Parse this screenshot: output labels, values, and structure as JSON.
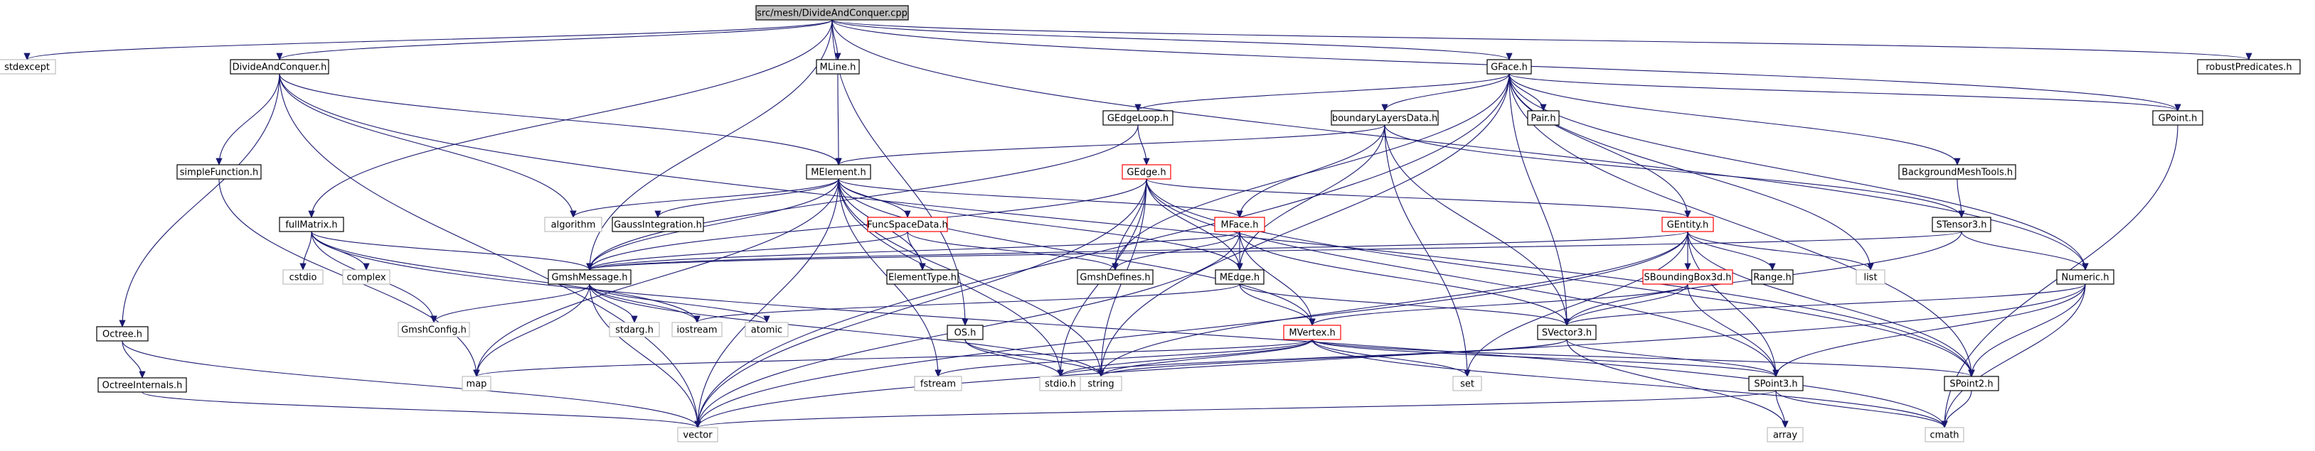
{
  "diagram": {
    "nodes": [
      {
        "id": "root",
        "label": "src/mesh/DivideAndConquer.cpp",
        "kind": "root"
      },
      {
        "id": "stdexcept",
        "label": "stdexcept",
        "kind": "external"
      },
      {
        "id": "DivideAndConquer_h",
        "label": "DivideAndConquer.h",
        "kind": "header"
      },
      {
        "id": "MLine_h",
        "label": "MLine.h",
        "kind": "header"
      },
      {
        "id": "GFace_h",
        "label": "GFace.h",
        "kind": "header"
      },
      {
        "id": "robustPredicates_h",
        "label": "robustPredicates.h",
        "kind": "header"
      },
      {
        "id": "GEdgeLoop_h",
        "label": "GEdgeLoop.h",
        "kind": "header"
      },
      {
        "id": "boundaryLayersData_h",
        "label": "boundaryLayersData.h",
        "kind": "header"
      },
      {
        "id": "Pair_h",
        "label": "Pair.h",
        "kind": "header"
      },
      {
        "id": "GPoint_h",
        "label": "GPoint.h",
        "kind": "header"
      },
      {
        "id": "simpleFunction_h",
        "label": "simpleFunction.h",
        "kind": "header"
      },
      {
        "id": "MElement_h",
        "label": "MElement.h",
        "kind": "header"
      },
      {
        "id": "GEdge_h",
        "label": "GEdge.h",
        "kind": "truncated"
      },
      {
        "id": "BackgroundMeshTools_h",
        "label": "BackgroundMeshTools.h",
        "kind": "header"
      },
      {
        "id": "fullMatrix_h",
        "label": "fullMatrix.h",
        "kind": "header"
      },
      {
        "id": "algorithm",
        "label": "algorithm",
        "kind": "external"
      },
      {
        "id": "GaussIntegration_h",
        "label": "GaussIntegration.h",
        "kind": "header"
      },
      {
        "id": "FuncSpaceData_h",
        "label": "FuncSpaceData.h",
        "kind": "truncated"
      },
      {
        "id": "MFace_h",
        "label": "MFace.h",
        "kind": "truncated"
      },
      {
        "id": "GEntity_h",
        "label": "GEntity.h",
        "kind": "truncated"
      },
      {
        "id": "STensor3_h",
        "label": "STensor3.h",
        "kind": "header"
      },
      {
        "id": "cstdio",
        "label": "cstdio",
        "kind": "external"
      },
      {
        "id": "complex",
        "label": "complex",
        "kind": "external"
      },
      {
        "id": "GmshMessage_h",
        "label": "GmshMessage.h",
        "kind": "header"
      },
      {
        "id": "ElementType_h",
        "label": "ElementType.h",
        "kind": "header"
      },
      {
        "id": "GmshDefines_h",
        "label": "GmshDefines.h",
        "kind": "header"
      },
      {
        "id": "MEdge_h",
        "label": "MEdge.h",
        "kind": "header"
      },
      {
        "id": "SBoundingBox3d_h",
        "label": "SBoundingBox3d.h",
        "kind": "truncated"
      },
      {
        "id": "Range_h",
        "label": "Range.h",
        "kind": "header"
      },
      {
        "id": "list",
        "label": "list",
        "kind": "external"
      },
      {
        "id": "Numeric_h",
        "label": "Numeric.h",
        "kind": "header"
      },
      {
        "id": "GmshConfig_h",
        "label": "GmshConfig.h",
        "kind": "external"
      },
      {
        "id": "stdarg_h",
        "label": "stdarg.h",
        "kind": "external"
      },
      {
        "id": "iostream",
        "label": "iostream",
        "kind": "external"
      },
      {
        "id": "atomic",
        "label": "atomic",
        "kind": "external"
      },
      {
        "id": "Octree_h",
        "label": "Octree.h",
        "kind": "header"
      },
      {
        "id": "OctreeInternals_h",
        "label": "OctreeInternals.h",
        "kind": "header"
      },
      {
        "id": "OS_h",
        "label": "OS.h",
        "kind": "header"
      },
      {
        "id": "MVertex_h",
        "label": "MVertex.h",
        "kind": "truncated"
      },
      {
        "id": "SVector3_h",
        "label": "SVector3.h",
        "kind": "header"
      },
      {
        "id": "map",
        "label": "map",
        "kind": "external"
      },
      {
        "id": "fstream",
        "label": "fstream",
        "kind": "external"
      },
      {
        "id": "stdio_h",
        "label": "stdio.h",
        "kind": "external"
      },
      {
        "id": "string",
        "label": "string",
        "kind": "external"
      },
      {
        "id": "set",
        "label": "set",
        "kind": "external"
      },
      {
        "id": "SPoint3_h",
        "label": "SPoint3.h",
        "kind": "header"
      },
      {
        "id": "SPoint2_h",
        "label": "SPoint2.h",
        "kind": "header"
      },
      {
        "id": "vector",
        "label": "vector",
        "kind": "external"
      },
      {
        "id": "array",
        "label": "array",
        "kind": "external"
      },
      {
        "id": "cmath",
        "label": "cmath",
        "kind": "external"
      }
    ],
    "edges": [
      [
        "root",
        "stdexcept"
      ],
      [
        "root",
        "DivideAndConquer_h"
      ],
      [
        "root",
        "MLine_h"
      ],
      [
        "root",
        "GFace_h"
      ],
      [
        "root",
        "robustPredicates_h"
      ],
      [
        "root",
        "GPoint_h"
      ],
      [
        "root",
        "Numeric_h"
      ],
      [
        "root",
        "GmshMessage_h"
      ],
      [
        "root",
        "fullMatrix_h"
      ],
      [
        "root",
        "OS_h"
      ],
      [
        "DivideAndConquer_h",
        "simpleFunction_h"
      ],
      [
        "DivideAndConquer_h",
        "Octree_h"
      ],
      [
        "DivideAndConquer_h",
        "MElement_h"
      ],
      [
        "DivideAndConquer_h",
        "algorithm"
      ],
      [
        "DivideAndConquer_h",
        "SPoint2_h"
      ],
      [
        "DivideAndConquer_h",
        "vector"
      ],
      [
        "simpleFunction_h",
        "map"
      ],
      [
        "Octree_h",
        "OctreeInternals_h"
      ],
      [
        "Octree_h",
        "vector"
      ],
      [
        "OctreeInternals_h",
        "vector"
      ],
      [
        "MLine_h",
        "MElement_h"
      ],
      [
        "GFace_h",
        "GEdgeLoop_h"
      ],
      [
        "GFace_h",
        "boundaryLayersData_h"
      ],
      [
        "GFace_h",
        "Pair_h"
      ],
      [
        "GFace_h",
        "GPoint_h"
      ],
      [
        "GFace_h",
        "BackgroundMeshTools_h"
      ],
      [
        "GFace_h",
        "GEntity_h"
      ],
      [
        "GFace_h",
        "list"
      ],
      [
        "GFace_h",
        "Numeric_h"
      ],
      [
        "GFace_h",
        "SVector3_h"
      ],
      [
        "GFace_h",
        "SPoint2_h"
      ],
      [
        "GFace_h",
        "GmshDefines_h"
      ],
      [
        "GFace_h",
        "string"
      ],
      [
        "GFace_h",
        "vector"
      ],
      [
        "GEdgeLoop_h",
        "GEdge_h"
      ],
      [
        "GEdgeLoop_h",
        "GmshMessage_h"
      ],
      [
        "boundaryLayersData_h",
        "MElement_h"
      ],
      [
        "boundaryLayersData_h",
        "MFace_h"
      ],
      [
        "boundaryLayersData_h",
        "MEdge_h"
      ],
      [
        "boundaryLayersData_h",
        "STensor3_h"
      ],
      [
        "boundaryLayersData_h",
        "SVector3_h"
      ],
      [
        "boundaryLayersData_h",
        "set"
      ],
      [
        "BackgroundMeshTools_h",
        "STensor3_h"
      ],
      [
        "GPoint_h",
        "cmath"
      ],
      [
        "MElement_h",
        "algorithm"
      ],
      [
        "MElement_h",
        "GaussIntegration_h"
      ],
      [
        "MElement_h",
        "FuncSpaceData_h"
      ],
      [
        "MElement_h",
        "MFace_h"
      ],
      [
        "MElement_h",
        "ElementType_h"
      ],
      [
        "MElement_h",
        "GmshMessage_h"
      ],
      [
        "MElement_h",
        "MVertex_h"
      ],
      [
        "MElement_h",
        "map"
      ],
      [
        "MElement_h",
        "string"
      ],
      [
        "MElement_h",
        "stdio_h"
      ],
      [
        "MElement_h",
        "fstream"
      ],
      [
        "MElement_h",
        "vector"
      ],
      [
        "MElement_h",
        "MEdge_h"
      ],
      [
        "GEdge_h",
        "GEntity_h"
      ],
      [
        "GEdge_h",
        "GmshDefines_h"
      ],
      [
        "GEdge_h",
        "MEdge_h"
      ],
      [
        "GEdge_h",
        "SPoint2_h"
      ],
      [
        "GEdge_h",
        "SPoint3_h"
      ],
      [
        "GEdge_h",
        "string"
      ],
      [
        "GEdge_h",
        "stdio_h"
      ],
      [
        "GEdge_h",
        "vector"
      ],
      [
        "GEdge_h",
        "GmshMessage_h"
      ],
      [
        "FuncSpaceData_h",
        "ElementType_h"
      ],
      [
        "FuncSpaceData_h",
        "GmshMessage_h"
      ],
      [
        "FuncSpaceData_h",
        "GmshDefines_h"
      ],
      [
        "MFace_h",
        "MEdge_h"
      ],
      [
        "MFace_h",
        "MVertex_h"
      ],
      [
        "MFace_h",
        "SVector3_h"
      ],
      [
        "MFace_h",
        "GmshDefines_h"
      ],
      [
        "MFace_h",
        "GmshMessage_h"
      ],
      [
        "MFace_h",
        "vector"
      ],
      [
        "GEntity_h",
        "Range_h"
      ],
      [
        "GEntity_h",
        "list"
      ],
      [
        "GEntity_h",
        "SBoundingBox3d_h"
      ],
      [
        "GEntity_h",
        "SPoint3_h"
      ],
      [
        "GEntity_h",
        "SPoint2_h"
      ],
      [
        "GEntity_h",
        "set"
      ],
      [
        "GEntity_h",
        "string"
      ],
      [
        "GEntity_h",
        "vector"
      ],
      [
        "GEntity_h",
        "GmshMessage_h"
      ],
      [
        "SBoundingBox3d_h",
        "SVector3_h"
      ],
      [
        "SBoundingBox3d_h",
        "SPoint3_h"
      ],
      [
        "SBoundingBox3d_h",
        "MVertex_h"
      ],
      [
        "STensor3_h",
        "SVector3_h"
      ],
      [
        "STensor3_h",
        "Numeric_h"
      ],
      [
        "STensor3_h",
        "GmshMessage_h"
      ],
      [
        "fullMatrix_h",
        "cstdio"
      ],
      [
        "fullMatrix_h",
        "complex"
      ],
      [
        "fullMatrix_h",
        "GmshMessage_h"
      ],
      [
        "fullMatrix_h",
        "GmshConfig_h"
      ],
      [
        "fullMatrix_h",
        "iostream"
      ],
      [
        "fullMatrix_h",
        "cmath"
      ],
      [
        "GmshMessage_h",
        "GmshConfig_h"
      ],
      [
        "GmshMessage_h",
        "stdarg_h"
      ],
      [
        "GmshMessage_h",
        "iostream"
      ],
      [
        "GmshMessage_h",
        "atomic"
      ],
      [
        "GmshMessage_h",
        "map"
      ],
      [
        "GmshMessage_h",
        "vector"
      ],
      [
        "GmshMessage_h",
        "string"
      ],
      [
        "MEdge_h",
        "MVertex_h"
      ],
      [
        "MEdge_h",
        "SVector3_h"
      ],
      [
        "MEdge_h",
        "iostream"
      ],
      [
        "Numeric_h",
        "SVector3_h"
      ],
      [
        "Numeric_h",
        "SPoint3_h"
      ],
      [
        "Numeric_h",
        "SPoint2_h"
      ],
      [
        "Numeric_h",
        "cmath"
      ],
      [
        "Numeric_h",
        "vector"
      ],
      [
        "OS_h",
        "stdio_h"
      ],
      [
        "OS_h",
        "string"
      ],
      [
        "MVertex_h",
        "SPoint3_h"
      ],
      [
        "MVertex_h",
        "SPoint2_h"
      ],
      [
        "MVertex_h",
        "set"
      ],
      [
        "MVertex_h",
        "map"
      ],
      [
        "MVertex_h",
        "fstream"
      ],
      [
        "MVertex_h",
        "stdio_h"
      ],
      [
        "MVertex_h",
        "string"
      ],
      [
        "MVertex_h",
        "cmath"
      ],
      [
        "SVector3_h",
        "SPoint3_h"
      ],
      [
        "SVector3_h",
        "string"
      ],
      [
        "SVector3_h",
        "stdio_h"
      ],
      [
        "SVector3_h",
        "array"
      ],
      [
        "SPoint3_h",
        "array"
      ],
      [
        "SPoint3_h",
        "cmath"
      ],
      [
        "SPoint3_h",
        "vector"
      ],
      [
        "SPoint2_h",
        "cmath"
      ]
    ]
  }
}
